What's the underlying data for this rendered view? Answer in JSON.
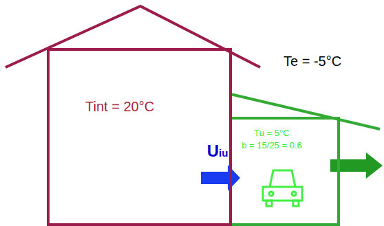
{
  "diagram": {
    "nodes": [
      {
        "text": [
          "Tint = 20°C"
        ]
      },
      {
        "text": [
          "Tu = 5°C",
          "b = 15/25 = 0.6"
        ]
      }
    ],
    "edges": [
      {
        "from": 0,
        "to": 1,
        "arrow": "to",
        "label": "Uiu"
      }
    ],
    "labels": [
      "Te = -5°C"
    ]
  }
}
